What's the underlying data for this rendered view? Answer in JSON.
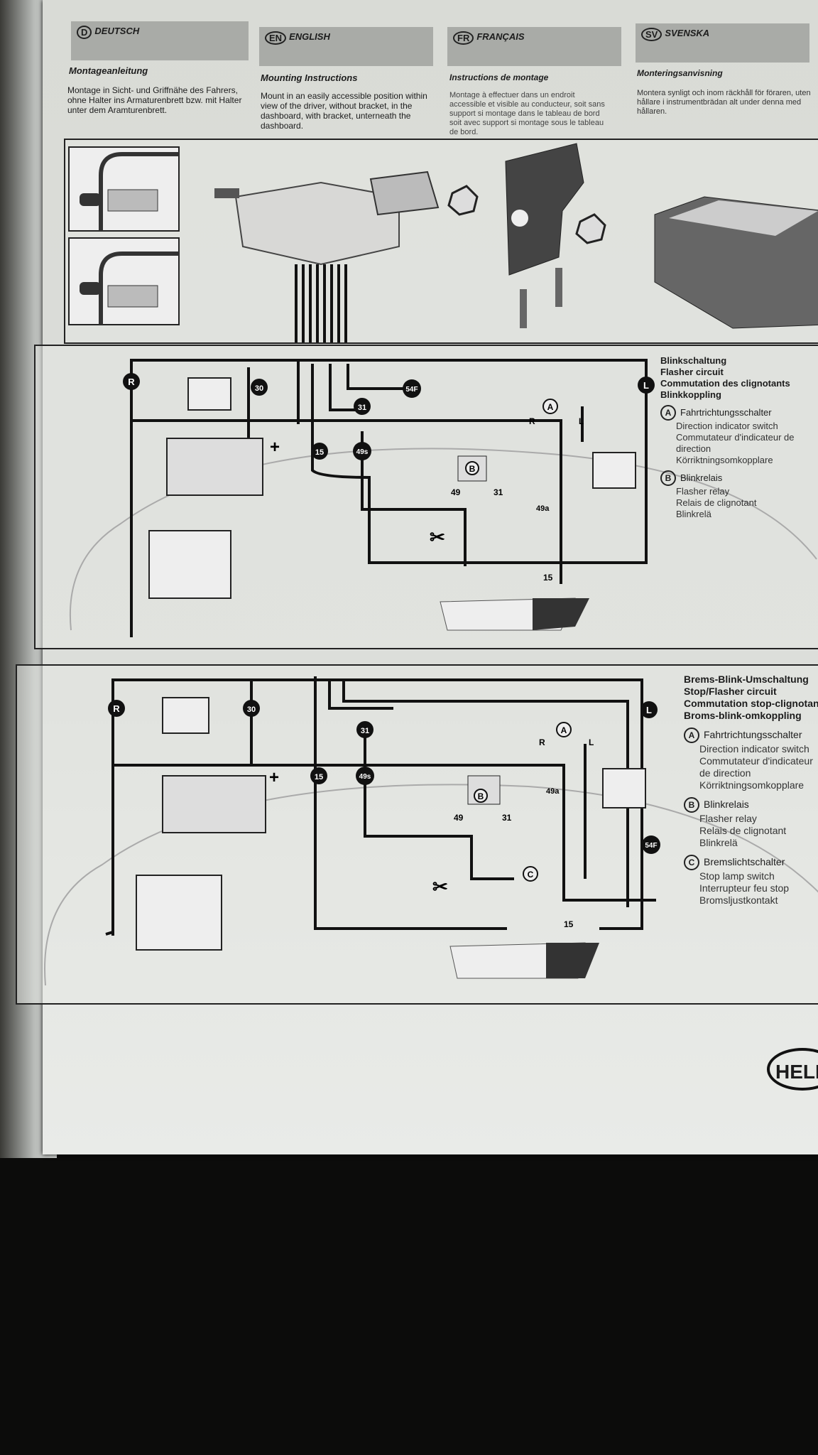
{
  "languages": [
    {
      "code": "D",
      "name": "DEUTSCH",
      "title": "Montageanleitung",
      "text": "Montage in Sicht- und Griffnähe des Fahrers, ohne Halter ins Armaturenbrett bzw. mit Halter unter dem Aramturenbrett."
    },
    {
      "code": "EN",
      "name": "ENGLISH",
      "title": "Mounting Instructions",
      "text": "Mount in an easily accessible position within view of the driver, without bracket, in the dashboard, with bracket, unterneath the dashboard."
    },
    {
      "code": "FR",
      "name": "FRANÇAIS",
      "title": "Instructions de montage",
      "text": "Montage à effectuer dans un endroit accessible et visible au conducteur, soit sans support si montage dans le tableau de bord soit avec support si montage sous le tableau de bord."
    },
    {
      "code": "SV",
      "name": "SVENSKA",
      "title": "Monteringsanvisning",
      "text": "Montera synligt och inom räckhåll för föraren, uten hållare i instrumentbrädan alt under denna med hållaren."
    }
  ],
  "flasher": {
    "headings": [
      "Blinkschaltung",
      "Flasher circuit",
      "Commutation des clignotants",
      "Blinkkoppling"
    ],
    "a": {
      "mark": "A",
      "lines": [
        "Fahrtrichtungsschalter",
        "Direction indicator switch",
        "Commutateur d'indicateur de direction",
        "Körriktningsomkopplare"
      ]
    },
    "b": {
      "mark": "B",
      "lines": [
        "Blinkrelais",
        "Flasher relay",
        "Relais de clignotant",
        "Blinkrelä"
      ]
    },
    "terminals": {
      "r": "R",
      "t30": "30",
      "t31": "31",
      "t54f": "54F",
      "t15": "15",
      "t49s": "49s",
      "l": "L",
      "t49": "49",
      "t49a": "49a",
      "a": "A",
      "b": "B"
    }
  },
  "stopflasher": {
    "headings": [
      "Brems-Blink-Umschaltung",
      "Stop/Flasher circuit",
      "Commutation stop-clignotant",
      "Broms-blink-omkoppling"
    ],
    "a": {
      "mark": "A",
      "lines": [
        "Fahrtrichtungsschalter",
        "Direction indicator switch",
        "Commutateur d'indicateur",
        "de direction",
        "Körriktningsomkopplare"
      ]
    },
    "b": {
      "mark": "B",
      "lines": [
        "Blinkrelais",
        "Flasher relay",
        "Relais de clignotant",
        "Blinkrelä"
      ]
    },
    "c": {
      "mark": "C",
      "lines": [
        "Bremslichtschalter",
        "Stop lamp switch",
        "Interrupteur feu stop",
        "Bromsljustkontakt"
      ]
    },
    "terminals": {
      "r": "R",
      "t30": "30",
      "t31": "31",
      "t54f": "54F",
      "t15": "15",
      "t49s": "49s",
      "l": "L",
      "t49": "49",
      "t49a": "49a",
      "a": "A",
      "b": "B",
      "c": "C"
    }
  },
  "brand": "HELLA"
}
